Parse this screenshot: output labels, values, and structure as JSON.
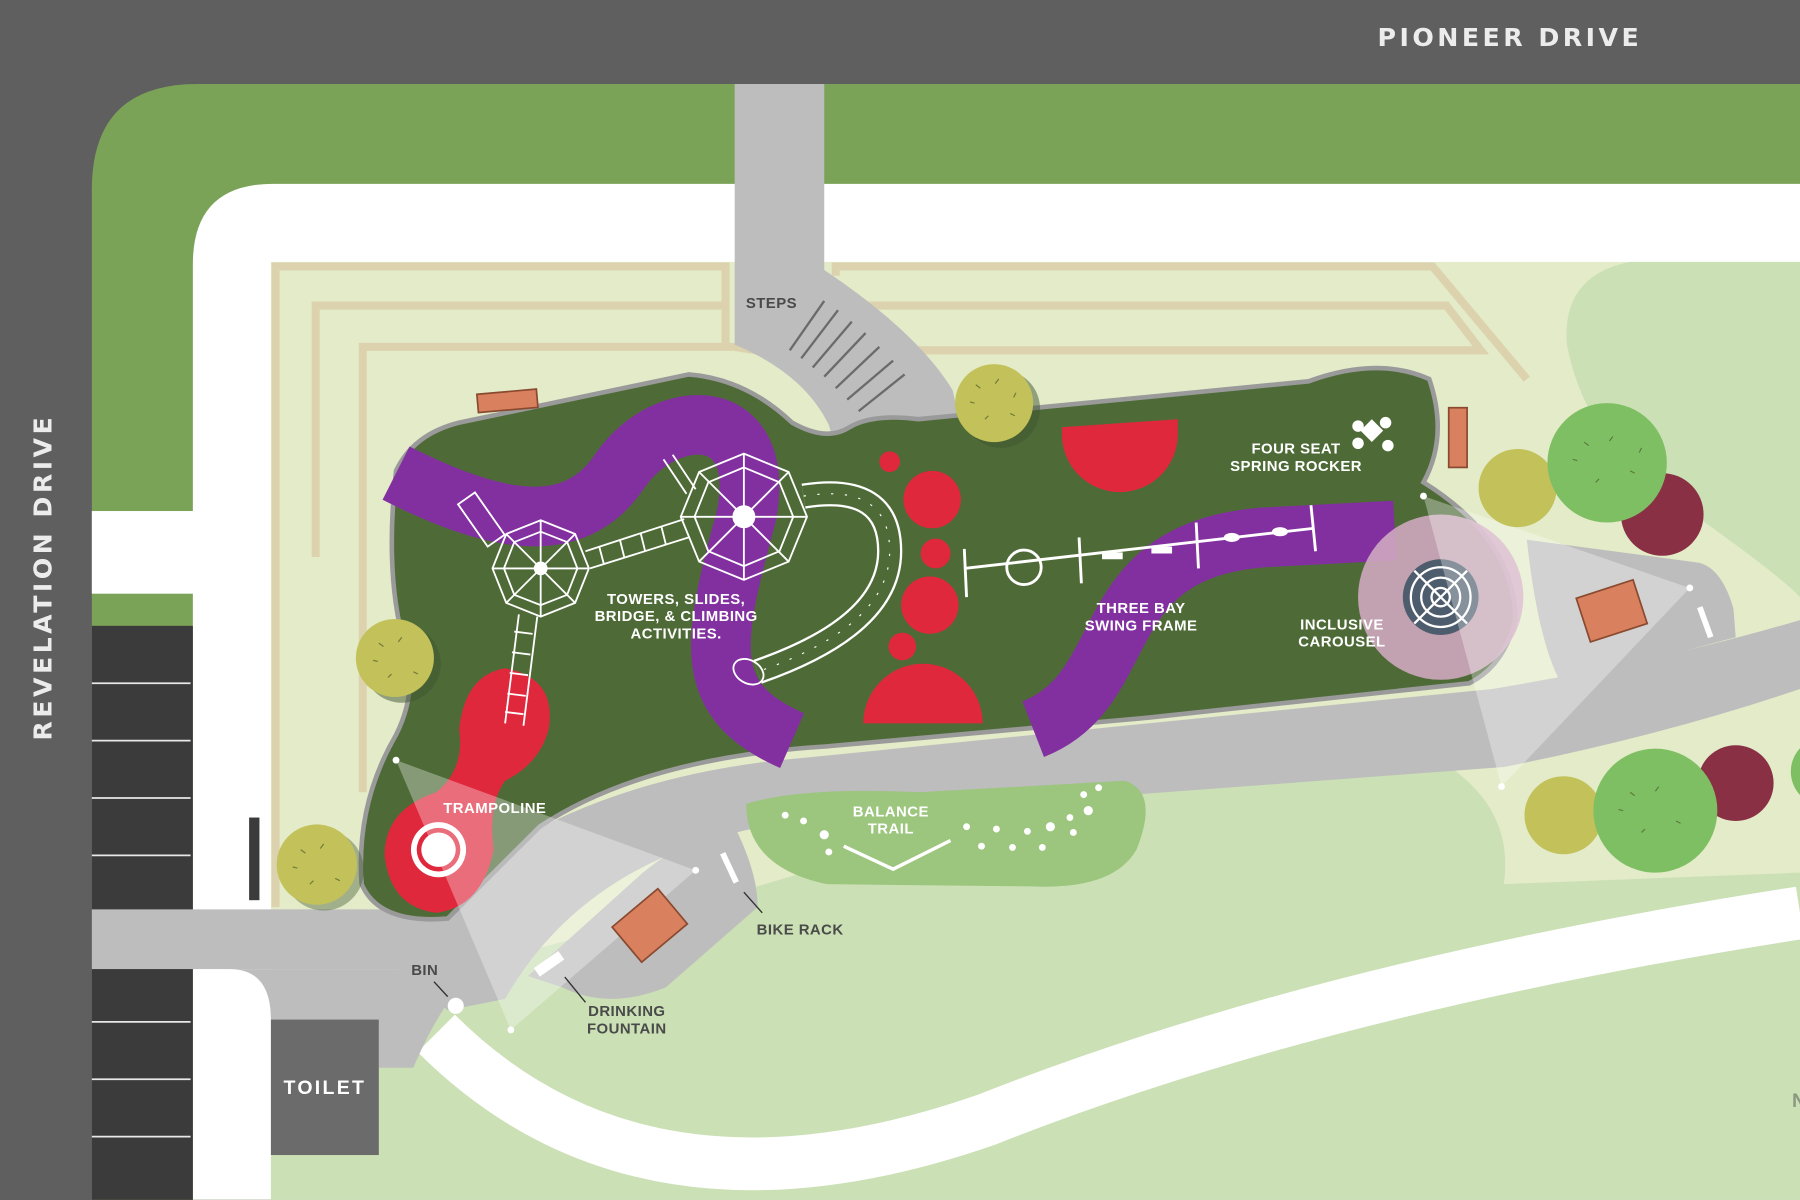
{
  "streets": {
    "top": "PIONEER DRIVE",
    "left": "REVELATION DRIVE"
  },
  "labels": {
    "steps": "STEPS",
    "towers": [
      "TOWERS, SLIDES,",
      "BRIDGE, & CLIMBING",
      "ACTIVITIES."
    ],
    "swing": [
      "THREE BAY",
      "SWING FRAME"
    ],
    "rocker": [
      "FOUR SEAT",
      "SPRING ROCKER"
    ],
    "carousel": [
      "INCLUSIVE",
      "CAROUSEL"
    ],
    "trampoline": "TRAMPOLINE",
    "balance": [
      "BALANCE",
      "TRAIL"
    ],
    "bike_rack": "BIKE RACK",
    "bin": "BIN",
    "fountain": [
      "DRINKING",
      "FOUNTAIN"
    ],
    "toilet": "TOILET",
    "edge_label": "N"
  },
  "colors": {
    "road": "#5f5f5f",
    "verge": "#7ba357",
    "footpath": "#ffffff",
    "lawn": "#e3ebc8",
    "open_space": "#cbe0b5",
    "play_surface": "#4e6b37",
    "purple_surface": "#8230a0",
    "red_surface": "#e0283d",
    "paving": "#bdbdbd"
  }
}
